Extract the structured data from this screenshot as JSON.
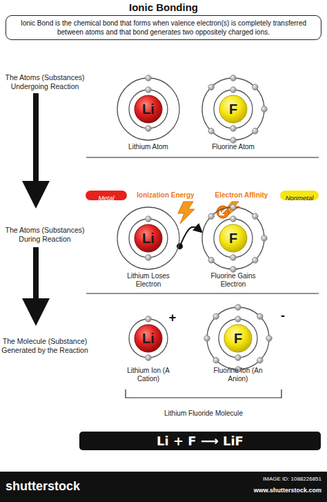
{
  "diagram": {
    "title": "Ionic Bonding",
    "nodes": [
      {
        "text": [
          "Ionic Bond is the chemical bond that forms when valence electron(s) is completely transferred between atoms and that bond generates two oppositely charged ions."
        ]
      },
      {
        "text": [
          "Li",
          "Lithium Atom"
        ]
      },
      {
        "text": [
          "F",
          "Fluorine Atom"
        ]
      },
      {
        "text": [
          "Metal"
        ]
      },
      {
        "text": [
          "Nonmetal"
        ]
      },
      {
        "text": [
          "Li",
          "Lithium Loses Electron"
        ]
      },
      {
        "text": [
          "F",
          "Fluorine Gains Electron"
        ]
      },
      {
        "text": [
          "Li",
          "Lithium Ion (A Cation)"
        ]
      },
      {
        "text": [
          "F",
          "Fluorine Ion (An Anion)"
        ]
      },
      {
        "text": [
          "Li + F ⟶ LiF"
        ]
      }
    ],
    "edges": [
      {
        "from": 5,
        "to": 6,
        "arrow": "to"
      }
    ],
    "labels": [
      "The Atoms (Substances) Undergoing Reaction",
      "The Atoms (Substances) During Reaction",
      "Ionization Energy",
      "Electron Affinity",
      "+",
      "-",
      "The Molecule (Substance) Generated by the Reaction",
      "Lithium Fluoride Molecule",
      "shutterstock",
      "IMAGE ID: 1088226851",
      "www.shutterstock.com"
    ]
  }
}
